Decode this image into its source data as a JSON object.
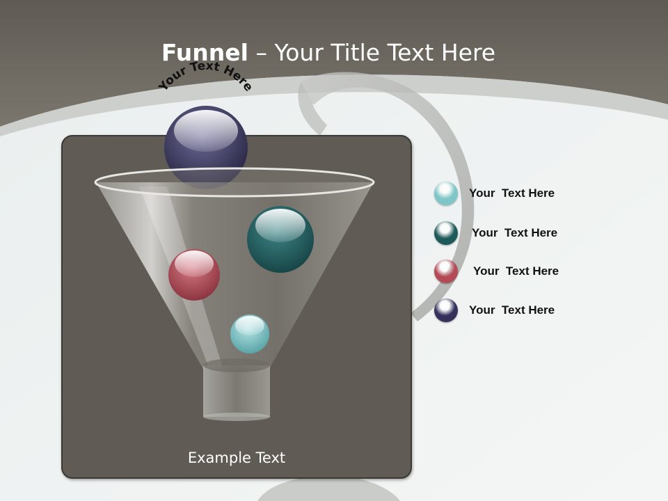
{
  "slide": {
    "title_bold": "Funnel",
    "title_rest": " – Your Title Text Here",
    "arc_label": "Your Text Here",
    "example_text": "Example Text"
  },
  "legend": {
    "items": [
      {
        "label": "Your  Text Here",
        "color": "#7fc6c8"
      },
      {
        "label": "Your  Text Here",
        "color": "#1f5a5b"
      },
      {
        "label": "Your  Text Here",
        "color": "#b34a55"
      },
      {
        "label": "Your  Text Here",
        "color": "#34325a"
      }
    ]
  },
  "colors": {
    "header_band": "#6f6a62",
    "panel": "#605c55",
    "background": "#eef1f1",
    "ball_top": "#34325a",
    "ball_teal_dark": "#1f5a5b",
    "ball_red": "#b34a55",
    "ball_teal_light": "#7fc6c8"
  }
}
